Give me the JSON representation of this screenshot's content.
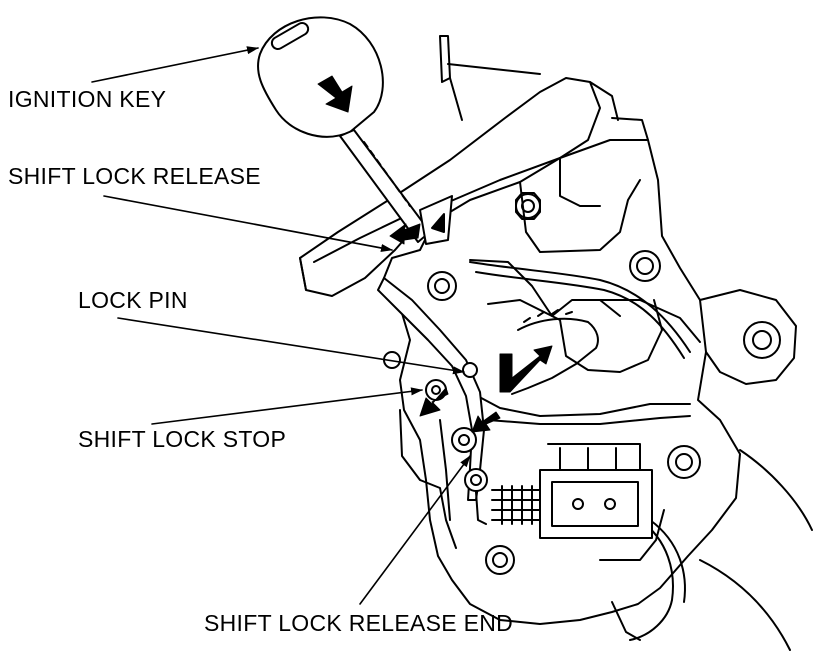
{
  "labels": {
    "ignition_key": "IGNITION KEY",
    "shift_lock_release": "SHIFT LOCK RELEASE",
    "lock_pin": "LOCK PIN",
    "shift_lock_stop": "SHIFT LOCK STOP",
    "shift_lock_release_end": "SHIFT LOCK RELEASE END"
  },
  "colors": {
    "ink": "#000000",
    "paper": "#ffffff"
  }
}
